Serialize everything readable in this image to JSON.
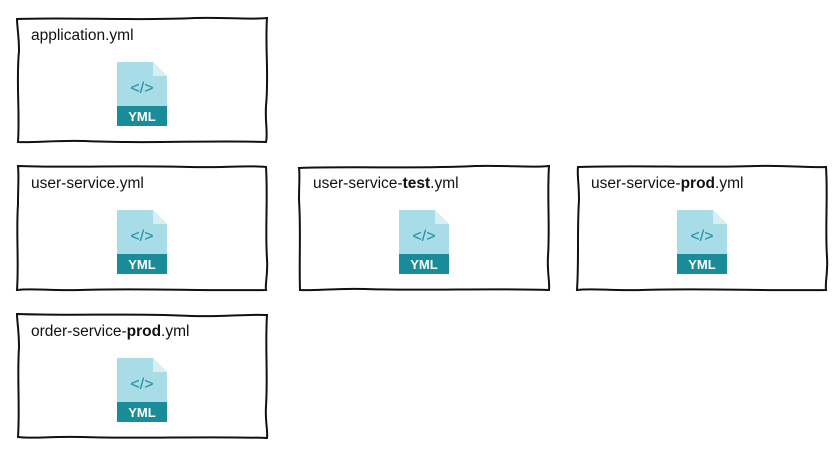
{
  "colors": {
    "frame_stroke": "#111111",
    "icon_body": "#a8dde8",
    "icon_fold": "#d5eff4",
    "icon_band": "#1a8b98",
    "icon_code": "#1a8b98",
    "icon_label": "#ffffff"
  },
  "icon": {
    "name": "yml-file-icon",
    "label": "YML",
    "code_glyph": "</>"
  },
  "cards": [
    {
      "title_prefix": "application.yml",
      "title_bold": "",
      "title_suffix": ""
    },
    {
      "title_prefix": "user-service.yml",
      "title_bold": "",
      "title_suffix": ""
    },
    {
      "title_prefix": "user-service-",
      "title_bold": "test",
      "title_suffix": ".yml"
    },
    {
      "title_prefix": "user-service-",
      "title_bold": "prod",
      "title_suffix": ".yml"
    },
    {
      "title_prefix": "order-service-",
      "title_bold": "prod",
      "title_suffix": ".yml"
    }
  ]
}
